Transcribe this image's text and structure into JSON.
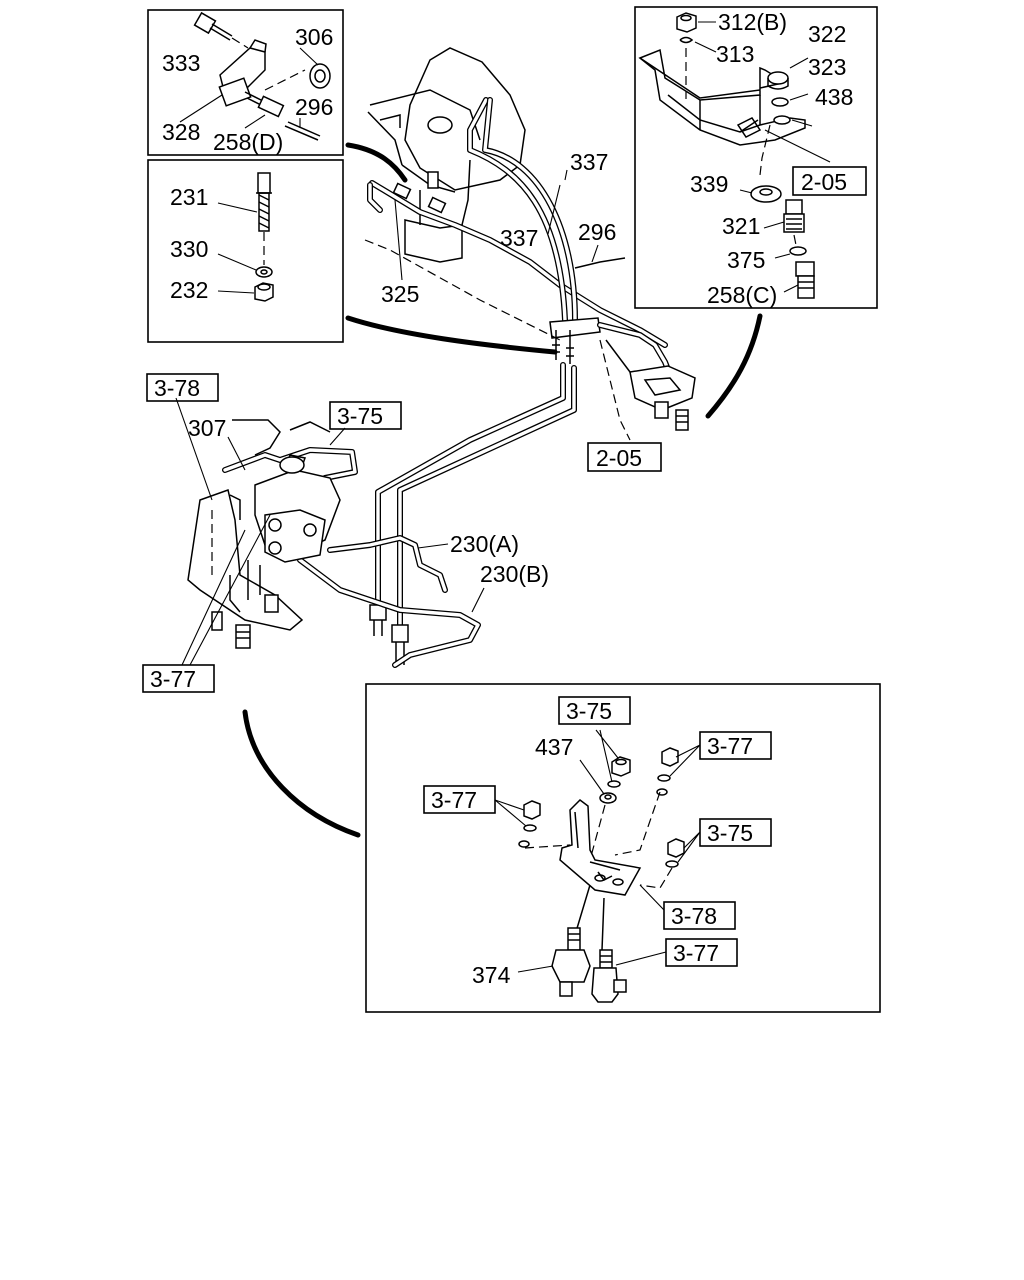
{
  "labels": {
    "p333": "333",
    "p306": "306",
    "p328": "328",
    "p258d": "258(D)",
    "p296a": "296",
    "p231": "231",
    "p330": "330",
    "p232": "232",
    "p325": "325",
    "p337a": "337",
    "p337b": "337",
    "p296b": "296",
    "p312b": "312(B)",
    "p313": "313",
    "p322": "322",
    "p323": "323",
    "p438": "438",
    "p339": "339",
    "p321": "321",
    "p375": "375",
    "p258c": "258(C)",
    "p307": "307",
    "p230a": "230(A)",
    "p230b": "230(B)",
    "p437": "437",
    "p374": "374"
  },
  "refs": {
    "r205a": "2-05",
    "r205b": "2-05",
    "r378a": "3-78",
    "r375a": "3-75",
    "r377a": "3-77",
    "r375b": "3-75",
    "r377b": "3-77",
    "r377c": "3-77",
    "r375c": "3-75",
    "r378b": "3-78",
    "r377d": "3-77"
  }
}
